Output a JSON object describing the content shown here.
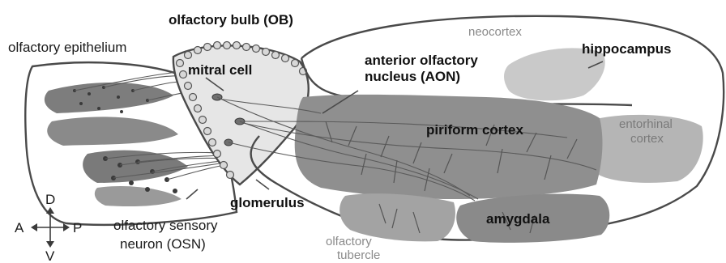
{
  "labels": {
    "olfactory_epithelium": "olfactory epithelium",
    "olfactory_bulb": "olfactory bulb (OB)",
    "mitral_cell": "mitral cell",
    "neocortex": "neocortex",
    "hippocampus": "hippocampus",
    "aon_line1": "anterior olfactory",
    "aon_line2": "nucleus (AON)",
    "piriform_cortex": "piriform cortex",
    "entorhinal_line1": "entorhinal",
    "entorhinal_line2": "cortex",
    "glomerulus": "glomerulus",
    "amygdala": "amygdala",
    "tubercle_line1": "olfactory",
    "tubercle_line2": "tubercle",
    "osn_line1": "olfactory sensory",
    "osn_line2": "neuron (OSN)"
  },
  "compass": {
    "dorsal": "D",
    "ventral": "V",
    "anterior": "A",
    "posterior": "P"
  },
  "colors": {
    "outline": "#4a4a4a",
    "region_fill": "#8f8f8f",
    "hippocampus_fill": "#c9c9c9",
    "entorhinal_fill": "#b5b5b5",
    "epithelium_fill": "#7d7d7d"
  }
}
